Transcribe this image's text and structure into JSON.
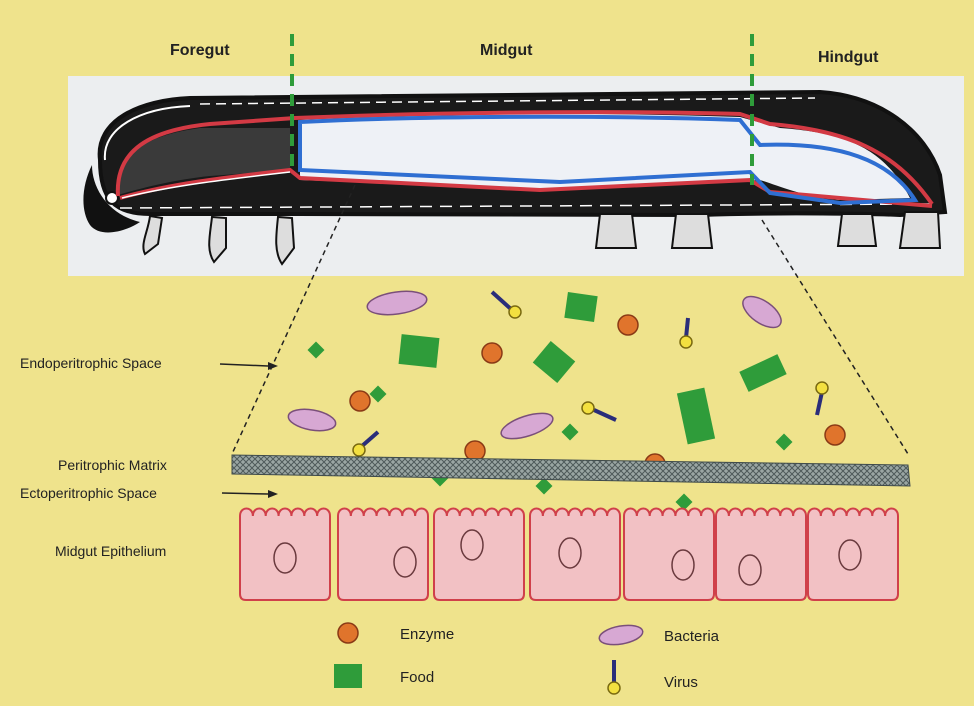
{
  "regions": [
    "Foregut",
    "Midgut",
    "Hindgut"
  ],
  "labels": {
    "endoperitrophic_space": "Endoperitrophic Space",
    "peritrophic_matrix": "Peritrophic Matrix",
    "ectoperitrophic_space": "Ectoperitrophic Space",
    "midgut_epithelium": "Midgut Epithelium"
  },
  "legend": {
    "enzyme": "Enzyme",
    "bacteria": "Bacteria",
    "food": "Food",
    "virus": "Virus"
  },
  "colors": {
    "background": "#efe38c",
    "enzyme": "#e0742c",
    "bacteria": "#d7a8d3",
    "food": "#2f9c3a",
    "virus_stem": "#2a2d7a",
    "virus_head": "#f3e040",
    "epithelium_fill": "#f2c1c4",
    "epithelium_stroke": "#d0404a",
    "gut_red": "#d33a44",
    "gut_blue": "#2f6fd2",
    "divider": "#2f9c3a"
  }
}
